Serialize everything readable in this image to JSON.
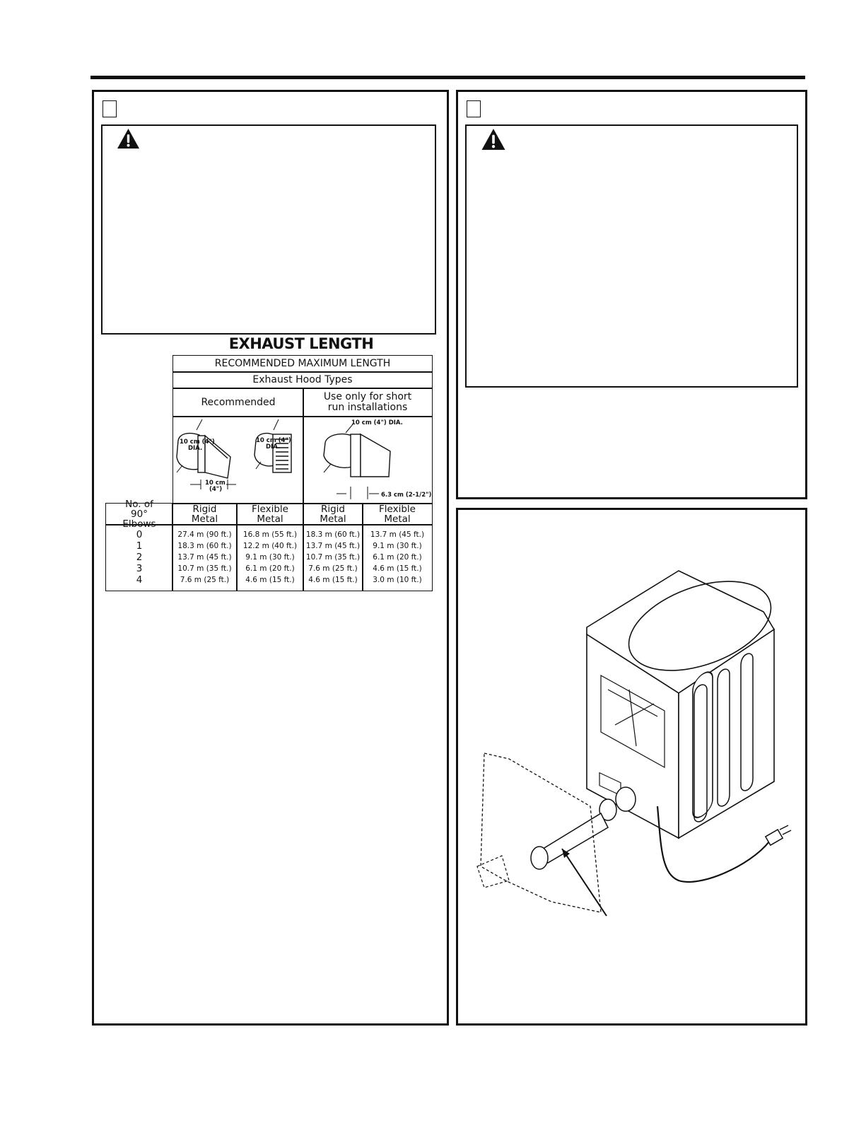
{
  "table": {
    "title": "EXHAUST LENGTH",
    "header_main": "RECOMMENDED MAXIMUM LENGTH",
    "header_sub": "Exhaust Hood Types",
    "group_recommended": "Recommended",
    "group_short_run": "Use only for short run installations",
    "diagram_labels": {
      "dia_left": "10 cm (4\")",
      "dia_left_2": "DIA.",
      "dia_mid": "10 cm (4\")",
      "dia_mid_2": "DIA.",
      "width_left": "10 cm",
      "width_left_2": "(4\")",
      "dia_right": "10 cm (4\") DIA.",
      "width_right": "6.3 cm (2-1/2\")"
    },
    "col_elbows": "No. of 90° Elbows",
    "col_rigid_1": "Rigid Metal",
    "col_flex_1": "Flexible Metal",
    "col_rigid_2": "Rigid Metal",
    "col_flex_2": "Flexible Metal",
    "elbows": [
      "0",
      "1",
      "2",
      "3",
      "4"
    ],
    "rigid_1": [
      "27.4 m (90 ft.)",
      "18.3 m (60 ft.)",
      "13.7 m  (45 ft.)",
      "10.7 m (35 ft.)",
      "7.6 m (25 ft.)"
    ],
    "flex_1": [
      "16.8 m (55 ft.)",
      "12.2 m (40 ft.)",
      "9.1 m (30 ft.)",
      "6.1 m (20 ft.)",
      "4.6 m (15 ft.)"
    ],
    "rigid_2": [
      "18.3 m (60 ft.)",
      "13.7 m (45 ft.)",
      "10.7 m (35 ft.)",
      "7.6 m (25 ft.)",
      "4.6 m (15 ft.)"
    ],
    "flex_2": [
      "13.7 m (45 ft.)",
      "9.1 m (30 ft.)",
      "6.1 m (20 ft.)",
      "4.6 m (15 ft.)",
      "3.0 m (10 ft.)"
    ]
  }
}
